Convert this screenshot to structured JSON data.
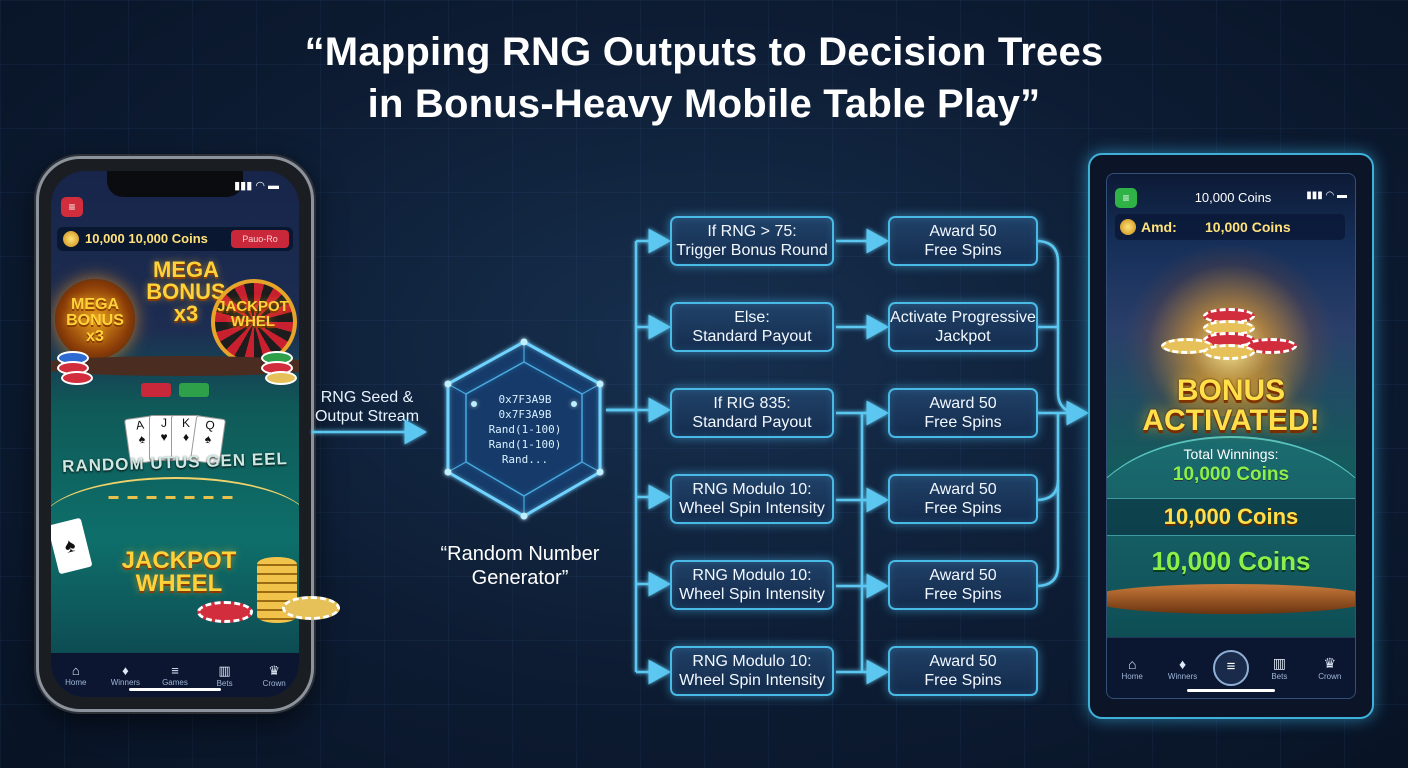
{
  "title": {
    "line1": "“Mapping RNG Outputs to Decision Trees",
    "line2": "in Bonus-Heavy Mobile Table Play”"
  },
  "left_phone": {
    "coins": "10,000 10,000 Coins",
    "promo_button": "Pauo-Ro",
    "mega_bonus_big": "MEGA BONUS x3",
    "mega_bonus_small": "MEGA BONUS x3",
    "jackpot_wheel_small": "JACKPOT WHEL",
    "table_label": "RANDOM UTUS GEN EEL",
    "jackpot_wheel_big": "JACKPOT WHEEL",
    "tabs": [
      {
        "icon": "⌂",
        "label": "Home"
      },
      {
        "icon": "♦",
        "label": "Winners"
      },
      {
        "icon": "≡",
        "label": "Games"
      },
      {
        "icon": "▥",
        "label": "Bets"
      },
      {
        "icon": "♛",
        "label": "Crown"
      }
    ]
  },
  "diagram": {
    "seed_label_1": "RNG Seed &",
    "seed_label_2": "Output Stream",
    "rng_lines": [
      "0x7F3A9B",
      "0x7F3A9B",
      "Rand(1-100)",
      "Rand(1-100)",
      "Rand..."
    ],
    "rng_label_1": "“Random Number",
    "rng_label_2": "Generator”",
    "conditions": [
      {
        "line1": "If RNG > 75:",
        "line2": "Trigger Bonus Round"
      },
      {
        "line1": "Else:",
        "line2": "Standard Payout"
      },
      {
        "line1": "If RIG 835:",
        "line2": "Standard Payout"
      },
      {
        "line1": "RNG Modulo 10:",
        "line2": "Wheel Spin Intensity"
      },
      {
        "line1": "RNG Modulo 10:",
        "line2": "Wheel Spin Intensity"
      },
      {
        "line1": "RNG Modulo 10:",
        "line2": "Wheel Spin Intensity"
      }
    ],
    "awards": [
      {
        "line1": "Award 50",
        "line2": "Free Spins"
      },
      {
        "line1": "Activate Progressive",
        "line2": "Jackpot"
      },
      {
        "line1": "Award 50",
        "line2": "Free Spins"
      },
      {
        "line1": "Award 50",
        "line2": "Free Spins"
      },
      {
        "line1": "Award 50",
        "line2": "Free Spins"
      },
      {
        "line1": "Award 50",
        "line2": "Free Spins"
      }
    ]
  },
  "right_tablet": {
    "header_title": "10,000 Coins",
    "coins_label": "Amd:",
    "coins_value": "10,000 Coins",
    "bonus_line1": "BONUS",
    "bonus_line2": "ACTIVATED!",
    "total_label": "Total Winnings:",
    "total_value": "10,000 Coins",
    "value_yellow": "10,000 Coins",
    "value_green": "10,000 Coins",
    "tabs": [
      {
        "icon": "⌂",
        "label": "Home"
      },
      {
        "icon": "♦",
        "label": "Winners"
      },
      {
        "icon": "≡",
        "label": ""
      },
      {
        "icon": "▥",
        "label": "Bets"
      },
      {
        "icon": "♛",
        "label": "Crown"
      }
    ]
  },
  "colors": {
    "accent_cyan": "#49b9e6",
    "coin_gold": "#ffe27a",
    "win_green": "#8cf04a",
    "bonus_yellow": "#ffe04a"
  }
}
